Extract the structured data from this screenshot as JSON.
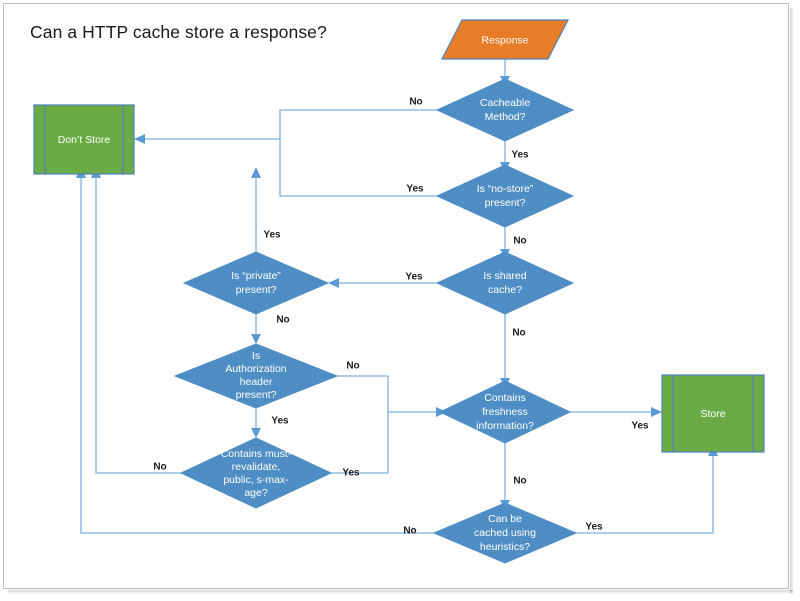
{
  "page": {
    "title": "Can a HTTP cache store a response?",
    "background_color": "#ffffff",
    "border_color": "#b9b9b9"
  },
  "palette": {
    "decision_fill": "#4f8ec4",
    "terminal_fill": "#6aab46",
    "input_fill": "#e87d28",
    "shape_border": "#4f81bd",
    "connector": "#7eb2e0",
    "arrowhead": "#5b9bd5",
    "shape_text": "#ffffff",
    "edge_text": "#1a1a1a"
  },
  "nodes": {
    "response": {
      "label": "Response",
      "shape": "parallelogram",
      "fill": "#e87d28"
    },
    "cacheable_method": {
      "label_lines": [
        "Cacheable",
        "Method?"
      ],
      "shape": "diamond",
      "fill": "#4f8ec4"
    },
    "no_store": {
      "label_lines": [
        "Is “no-store”",
        "present?"
      ],
      "shape": "diamond",
      "fill": "#4f8ec4"
    },
    "shared_cache": {
      "label_lines": [
        "Is shared",
        "cache?"
      ],
      "shape": "diamond",
      "fill": "#4f8ec4"
    },
    "private_present": {
      "label_lines": [
        "Is “private”",
        "present?"
      ],
      "shape": "diamond",
      "fill": "#4f8ec4"
    },
    "authorization_header": {
      "label_lines": [
        "Is",
        "Authorization",
        "header",
        "present?"
      ],
      "shape": "diamond",
      "fill": "#4f8ec4"
    },
    "must_revalidate": {
      "label_lines": [
        "Contains must-",
        "revalidate,",
        "public, s-max-",
        "age?"
      ],
      "shape": "diamond",
      "fill": "#4f8ec4"
    },
    "freshness": {
      "label_lines": [
        "Contains",
        "freshness",
        "information?"
      ],
      "shape": "diamond",
      "fill": "#4f8ec4"
    },
    "heuristics": {
      "label_lines": [
        "Can be",
        "cached using",
        "heuristics?"
      ],
      "shape": "diamond",
      "fill": "#4f8ec4"
    },
    "dont_store": {
      "label": "Don’t Store",
      "shape": "predefined-process",
      "fill": "#6aab46"
    },
    "store": {
      "label": "Store",
      "shape": "predefined-process",
      "fill": "#6aab46"
    }
  },
  "edge_labels": {
    "cacheable_no": "No",
    "cacheable_yes": "Yes",
    "nostore_yes": "Yes",
    "nostore_no": "No",
    "shared_yes": "Yes",
    "shared_no": "No",
    "private_yes": "Yes",
    "private_no": "No",
    "auth_no": "No",
    "auth_yes": "Yes",
    "mustrev_no": "No",
    "mustrev_yes": "Yes",
    "freshness_yes": "Yes",
    "freshness_no": "No",
    "heuristics_no": "No",
    "heuristics_yes": "Yes"
  }
}
